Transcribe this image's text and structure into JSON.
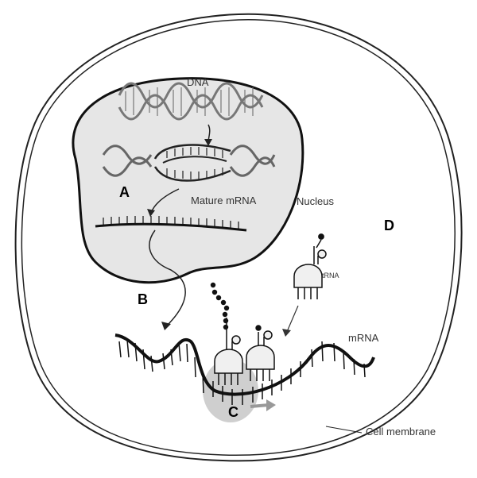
{
  "diagram": {
    "labels": {
      "dna": "DNA",
      "mature_mrna": "Mature mRNA",
      "nucleus": "Nucleus",
      "trna": "tRNA",
      "mrna": "mRNA",
      "cell_membrane": "Cell membrane"
    },
    "markers": {
      "a": "A",
      "b": "B",
      "c": "C",
      "d": "D"
    }
  }
}
